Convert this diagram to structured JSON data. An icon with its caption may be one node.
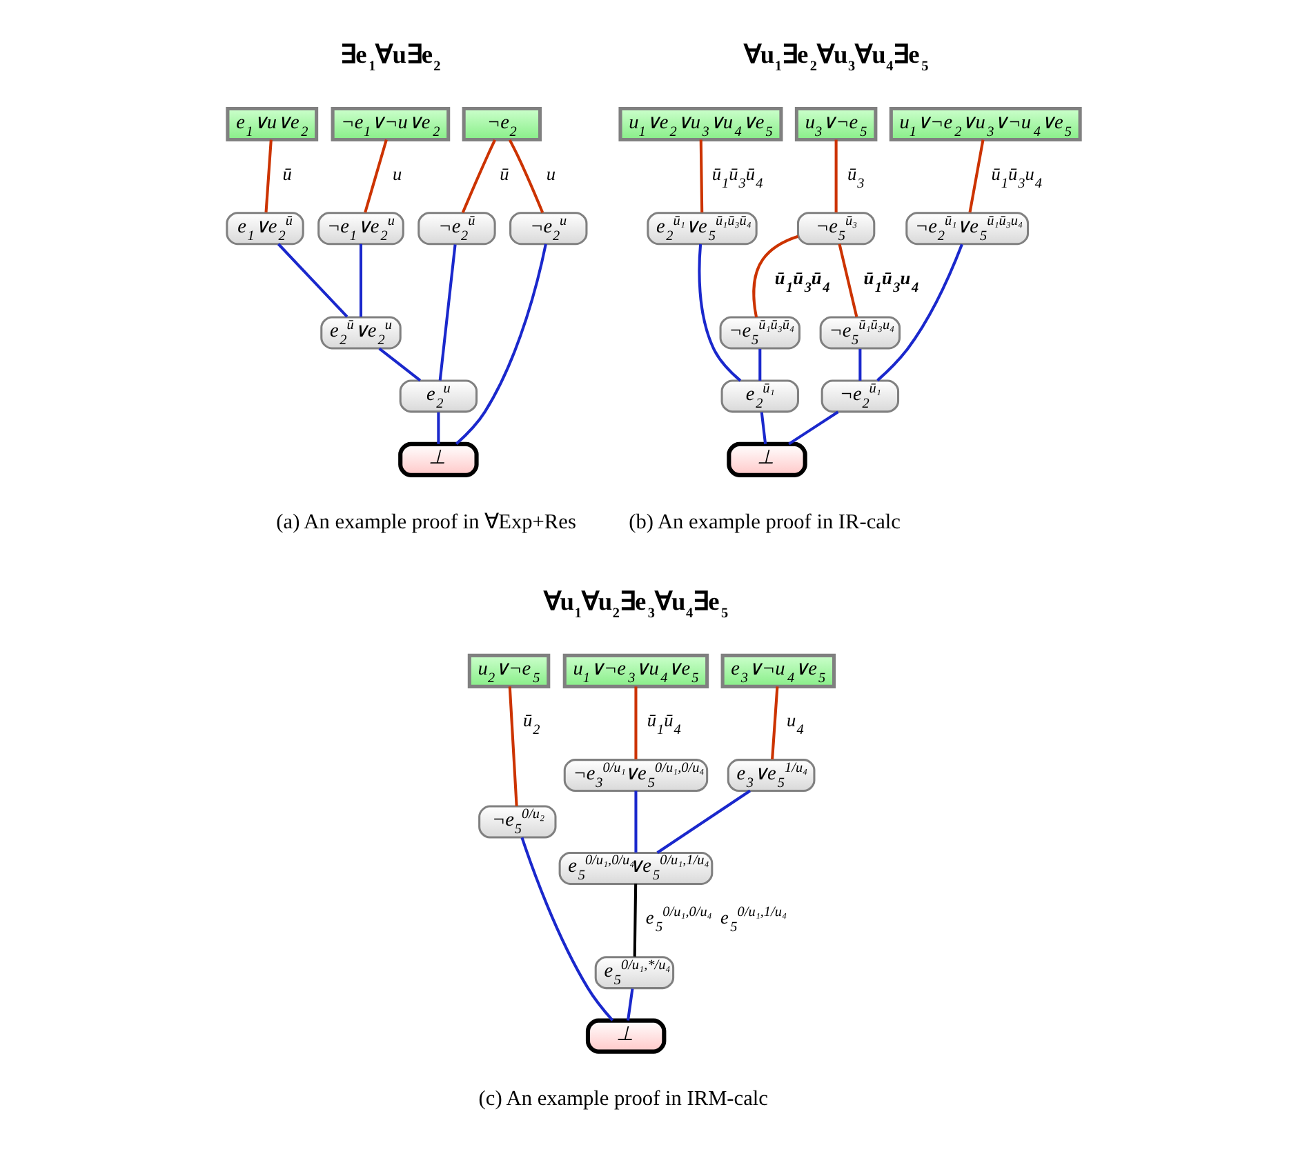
{
  "diagram": {
    "nodes": [
      {
        "text": [
          "e$_{1}$∨u∨e$_{2}$"
        ]
      },
      {
        "text": [
          "¬e$_{1}$∨¬u∨e$_{2}$"
        ]
      },
      {
        "text": [
          "¬e$_{2}$"
        ]
      },
      {
        "text": [
          "e$_{1}$∨e$_{2}$$^{ū}$"
        ]
      },
      {
        "text": [
          "¬e$_{1}$∨e$_{2}$$^{u}$"
        ]
      },
      {
        "text": [
          "¬e$_{2}$$^{ū}$"
        ]
      },
      {
        "text": [
          "¬e$_{2}$$^{u}$"
        ]
      },
      {
        "text": [
          "e$_{2}$$^{ū}$∨e$_{2}$$^{u}$"
        ]
      },
      {
        "text": [
          "e$_{2}$$^{u}$"
        ]
      },
      {
        "text": [
          "⊥"
        ]
      },
      {
        "text": [
          "u$_{1}$∨e$_{2}$∨u$_{3}$∨u$_{4}$∨e$_{5}$"
        ]
      },
      {
        "text": [
          "u$_{3}$∨¬e$_{5}$"
        ]
      },
      {
        "text": [
          "u$_{1}$∨¬e$_{2}$∨u$_{3}$∨¬u$_{4}$∨e$_{5}$"
        ]
      },
      {
        "text": [
          "e$_{2}$$^{ū₁}$∨e$_{5}$$^{ū₁ū₃ū₄}$"
        ]
      },
      {
        "text": [
          "¬e$_{5}$$^{ū₃}$"
        ]
      },
      {
        "text": [
          "¬e$_{2}$$^{ū₁}$∨e$_{5}$$^{ū₁ū₃u₄}$"
        ]
      },
      {
        "text": [
          "¬e$_{5}$$^{ū₁ū₃ū₄}$"
        ]
      },
      {
        "text": [
          "¬e$_{5}$$^{ū₁ū₃u₄}$"
        ]
      },
      {
        "text": [
          "e$_{2}$$^{ū₁}$"
        ]
      },
      {
        "text": [
          "¬e$_{2}$$^{ū₁}$"
        ]
      },
      {
        "text": [
          "⊥"
        ]
      },
      {
        "text": [
          "u$_{2}$∨¬e$_{5}$"
        ]
      },
      {
        "text": [
          "u$_{1}$∨¬e$_{3}$∨u$_{4}$∨e$_{5}$"
        ]
      },
      {
        "text": [
          "e$_{3}$∨¬u$_{4}$∨e$_{5}$"
        ]
      },
      {
        "text": [
          "¬e$_{3}$$^{0/u₁}$∨e$_{5}$$^{0/u₁,0/u₄}$"
        ]
      },
      {
        "text": [
          "e$_{3}$∨e$_{5}$$^{1/u₄}$"
        ]
      },
      {
        "text": [
          "e$_{5}$$^{0/u₁,0/u₄}$∨e$_{5}$$^{0/u₁,1/u₄}$"
        ]
      },
      {
        "text": [
          "¬e$_{5}$$^{0/u₂}$"
        ]
      },
      {
        "text": [
          "e$_{5}$$^{0/u₁,*/u₄}$"
        ]
      },
      {
        "text": [
          "⊥"
        ]
      }
    ],
    "edges": [
      {
        "from": 0,
        "to": 3,
        "arrow": "none",
        "label": "ū",
        "color": "#cc3300"
      },
      {
        "from": 1,
        "to": 4,
        "arrow": "none",
        "label": "u",
        "color": "#cc3300"
      },
      {
        "from": 2,
        "to": 5,
        "arrow": "none",
        "label": "ū",
        "color": "#cc3300"
      },
      {
        "from": 2,
        "to": 6,
        "arrow": "none",
        "label": "u",
        "color": "#cc3300"
      },
      {
        "from": 3,
        "to": 7,
        "arrow": "none"
      },
      {
        "from": 4,
        "to": 7,
        "arrow": "none"
      },
      {
        "from": 7,
        "to": 8,
        "arrow": "none"
      },
      {
        "from": 5,
        "to": 8,
        "arrow": "none"
      },
      {
        "from": 8,
        "to": 9,
        "arrow": "none"
      },
      {
        "from": 6,
        "to": 9,
        "arrow": "none"
      },
      {
        "from": 10,
        "to": 13,
        "arrow": "none",
        "label": "ū$_{1}$ū$_{3}$ū$_{4}$",
        "color": "#cc3300"
      },
      {
        "from": 11,
        "to": 14,
        "arrow": "none",
        "label": "ū$_{3}$",
        "color": "#cc3300"
      },
      {
        "from": 12,
        "to": 15,
        "arrow": "none",
        "label": "ū$_{1}$ū$_{3}$u$_{4}$",
        "color": "#cc3300"
      },
      {
        "from": 14,
        "to": 16,
        "arrow": "none",
        "label": "ū$_{1}$ū$_{3}$ū$_{4}$",
        "color": "#cc3300"
      },
      {
        "from": 14,
        "to": 17,
        "arrow": "none",
        "label": "ū$_{1}$ū$_{3}$u$_{4}$",
        "color": "#cc3300"
      },
      {
        "from": 13,
        "to": 18,
        "arrow": "none"
      },
      {
        "from": 16,
        "to": 18,
        "arrow": "none"
      },
      {
        "from": 17,
        "to": 19,
        "arrow": "none"
      },
      {
        "from": 15,
        "to": 19,
        "arrow": "none"
      },
      {
        "from": 18,
        "to": 20,
        "arrow": "none"
      },
      {
        "from": 19,
        "to": 20,
        "arrow": "none"
      },
      {
        "from": 21,
        "to": 27,
        "arrow": "none",
        "label": "ū$_{2}$",
        "color": "#cc3300"
      },
      {
        "from": 22,
        "to": 24,
        "arrow": "none",
        "label": "ū$_{1}$ū$_{4}$",
        "color": "#cc3300"
      },
      {
        "from": 23,
        "to": 25,
        "arrow": "none",
        "label": "u$_{4}$",
        "color": "#cc3300"
      },
      {
        "from": 24,
        "to": 26,
        "arrow": "none"
      },
      {
        "from": 25,
        "to": 26,
        "arrow": "none"
      },
      {
        "from": 26,
        "to": 28,
        "arrow": "none",
        "label": "e$_{5}$$^{0/u₁,0/u₄}$ e$_{5}$$^{0/u₁,1/u₄}$",
        "color": "#000000"
      },
      {
        "from": 27,
        "to": 29,
        "arrow": "none"
      },
      {
        "from": 28,
        "to": 29,
        "arrow": "none"
      }
    ],
    "labels": [
      "∃e$_{1}$∀u∃e$_{2}$",
      "∀u$_{1}$∃e$_{2}$∀u$_{3}$∀u$_{4}$∃e$_{5}$",
      "(a) An example proof in ∀Exp+Res",
      "(b) An example proof in IR-calc",
      "∀u$_{1}$∀u$_{2}$∃e$_{3}$∀u$_{4}$∃e$_{5}$",
      "(c) An example proof in IRM-calc"
    ]
  }
}
